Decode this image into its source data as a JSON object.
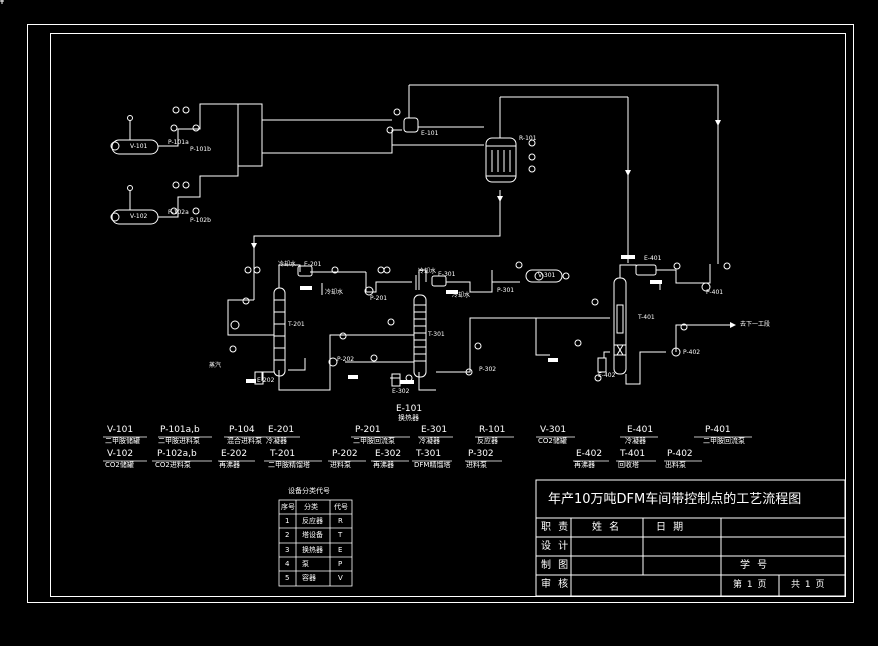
{
  "title_block": {
    "title": "年产10万吨DFM车间带控制点的工艺流程图",
    "row_headers": [
      "职 责",
      "设 计",
      "制 图",
      "审 核"
    ],
    "col_name": "姓 名",
    "col_date": "日 期",
    "student_no": "学 号",
    "page": "第 1 页",
    "total": "共 1 页"
  },
  "legend_table": {
    "title": "设备分类代号",
    "headers": [
      "序号",
      "分类",
      "代号"
    ],
    "rows": [
      [
        "1",
        "反应器",
        "R"
      ],
      [
        "2",
        "塔设备",
        "T"
      ],
      [
        "3",
        "换热器",
        "E"
      ],
      [
        "4",
        "泵",
        "P"
      ],
      [
        "5",
        "容器",
        "V"
      ]
    ]
  },
  "equipment_list": [
    {
      "code": "V-101",
      "desc": "二甲胺储罐"
    },
    {
      "code": "V-102",
      "desc": "CO2储罐"
    },
    {
      "code": "P-101a,b",
      "desc": "二甲胺进料泵"
    },
    {
      "code": "P-102a,b",
      "desc": "CO2进料泵"
    },
    {
      "code": "P-104",
      "desc": "混合进料泵"
    },
    {
      "code": "E-202",
      "desc": "再沸器"
    },
    {
      "code": "E-201",
      "desc": "冷凝器"
    },
    {
      "code": "T-201",
      "desc": "二甲胺精馏塔"
    },
    {
      "code": "P-201",
      "desc": "二甲胺回流泵"
    },
    {
      "code": "P-202",
      "desc": "进料泵"
    },
    {
      "code": "E-302",
      "desc": "再沸器"
    },
    {
      "code": "E-301",
      "desc": "冷凝器"
    },
    {
      "code": "T-301",
      "desc": "DFM精馏塔"
    },
    {
      "code": "R-101",
      "desc": "反应器"
    },
    {
      "code": "P-302",
      "desc": "进料泵"
    },
    {
      "code": "V-301",
      "desc": "CO2储罐"
    },
    {
      "code": "E-402",
      "desc": "再沸器"
    },
    {
      "code": "E-401",
      "desc": "冷凝器"
    },
    {
      "code": "T-401",
      "desc": "回收塔"
    },
    {
      "code": "P-401",
      "desc": "二甲胺回流泵"
    },
    {
      "code": "P-402",
      "desc": "出料泵"
    }
  ],
  "diagram_labels": {
    "v101": "V-101",
    "v102": "V-102",
    "p101a": "P-101a",
    "p101b": "P-101b",
    "p102a": "P-102a",
    "p102b": "P-102b",
    "e101": "E-101",
    "r101": "R-101",
    "e101_under": "E-101",
    "e101_under_desc": "换热器",
    "e201": "E-201",
    "t201": "T-201",
    "p201": "P-201",
    "e202": "E-202",
    "e301": "E-301",
    "t301": "T-301",
    "p202": "P-202",
    "e302": "E-302",
    "p302": "P-302",
    "v301": "V-301",
    "p301": "P-301",
    "e401": "E-401",
    "t401": "T-401",
    "p401": "P-401",
    "e402": "E-402",
    "p402": "P-402",
    "cw1": "冷却水",
    "cw2": "冷却水",
    "cw_ret1": "冷却水",
    "cw_ret2": "冷却水",
    "steam1": "蒸汽",
    "to_next": "去下一工段"
  },
  "colors": {
    "line": "#ffffff",
    "frame": "#ffffff",
    "background": "#000000"
  }
}
